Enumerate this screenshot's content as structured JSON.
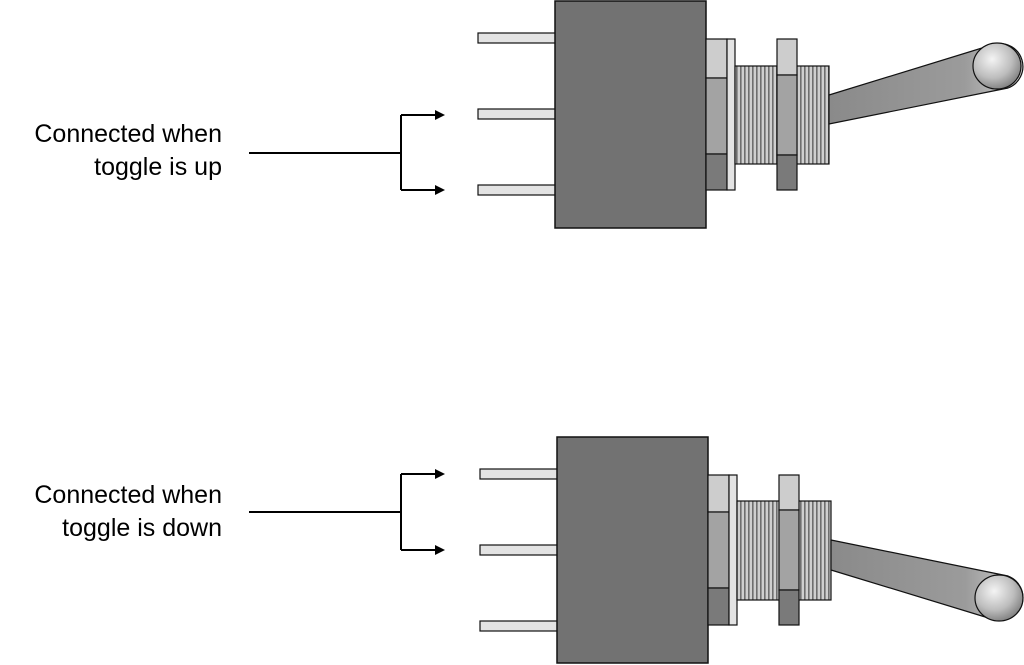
{
  "diagram": {
    "top": {
      "label_line1": "Connected when",
      "label_line2": "toggle is up"
    },
    "bottom": {
      "label_line1": "Connected when",
      "label_line2": "toggle is down"
    }
  },
  "colors": {
    "body": "#727272",
    "pin": "#e3e3e3",
    "washer": "#cdcdcd",
    "nut": "#a3a3a3",
    "nut_shadow": "#7a7a7a",
    "thread_dark": "#6e6e6e",
    "outline": "#111111"
  }
}
